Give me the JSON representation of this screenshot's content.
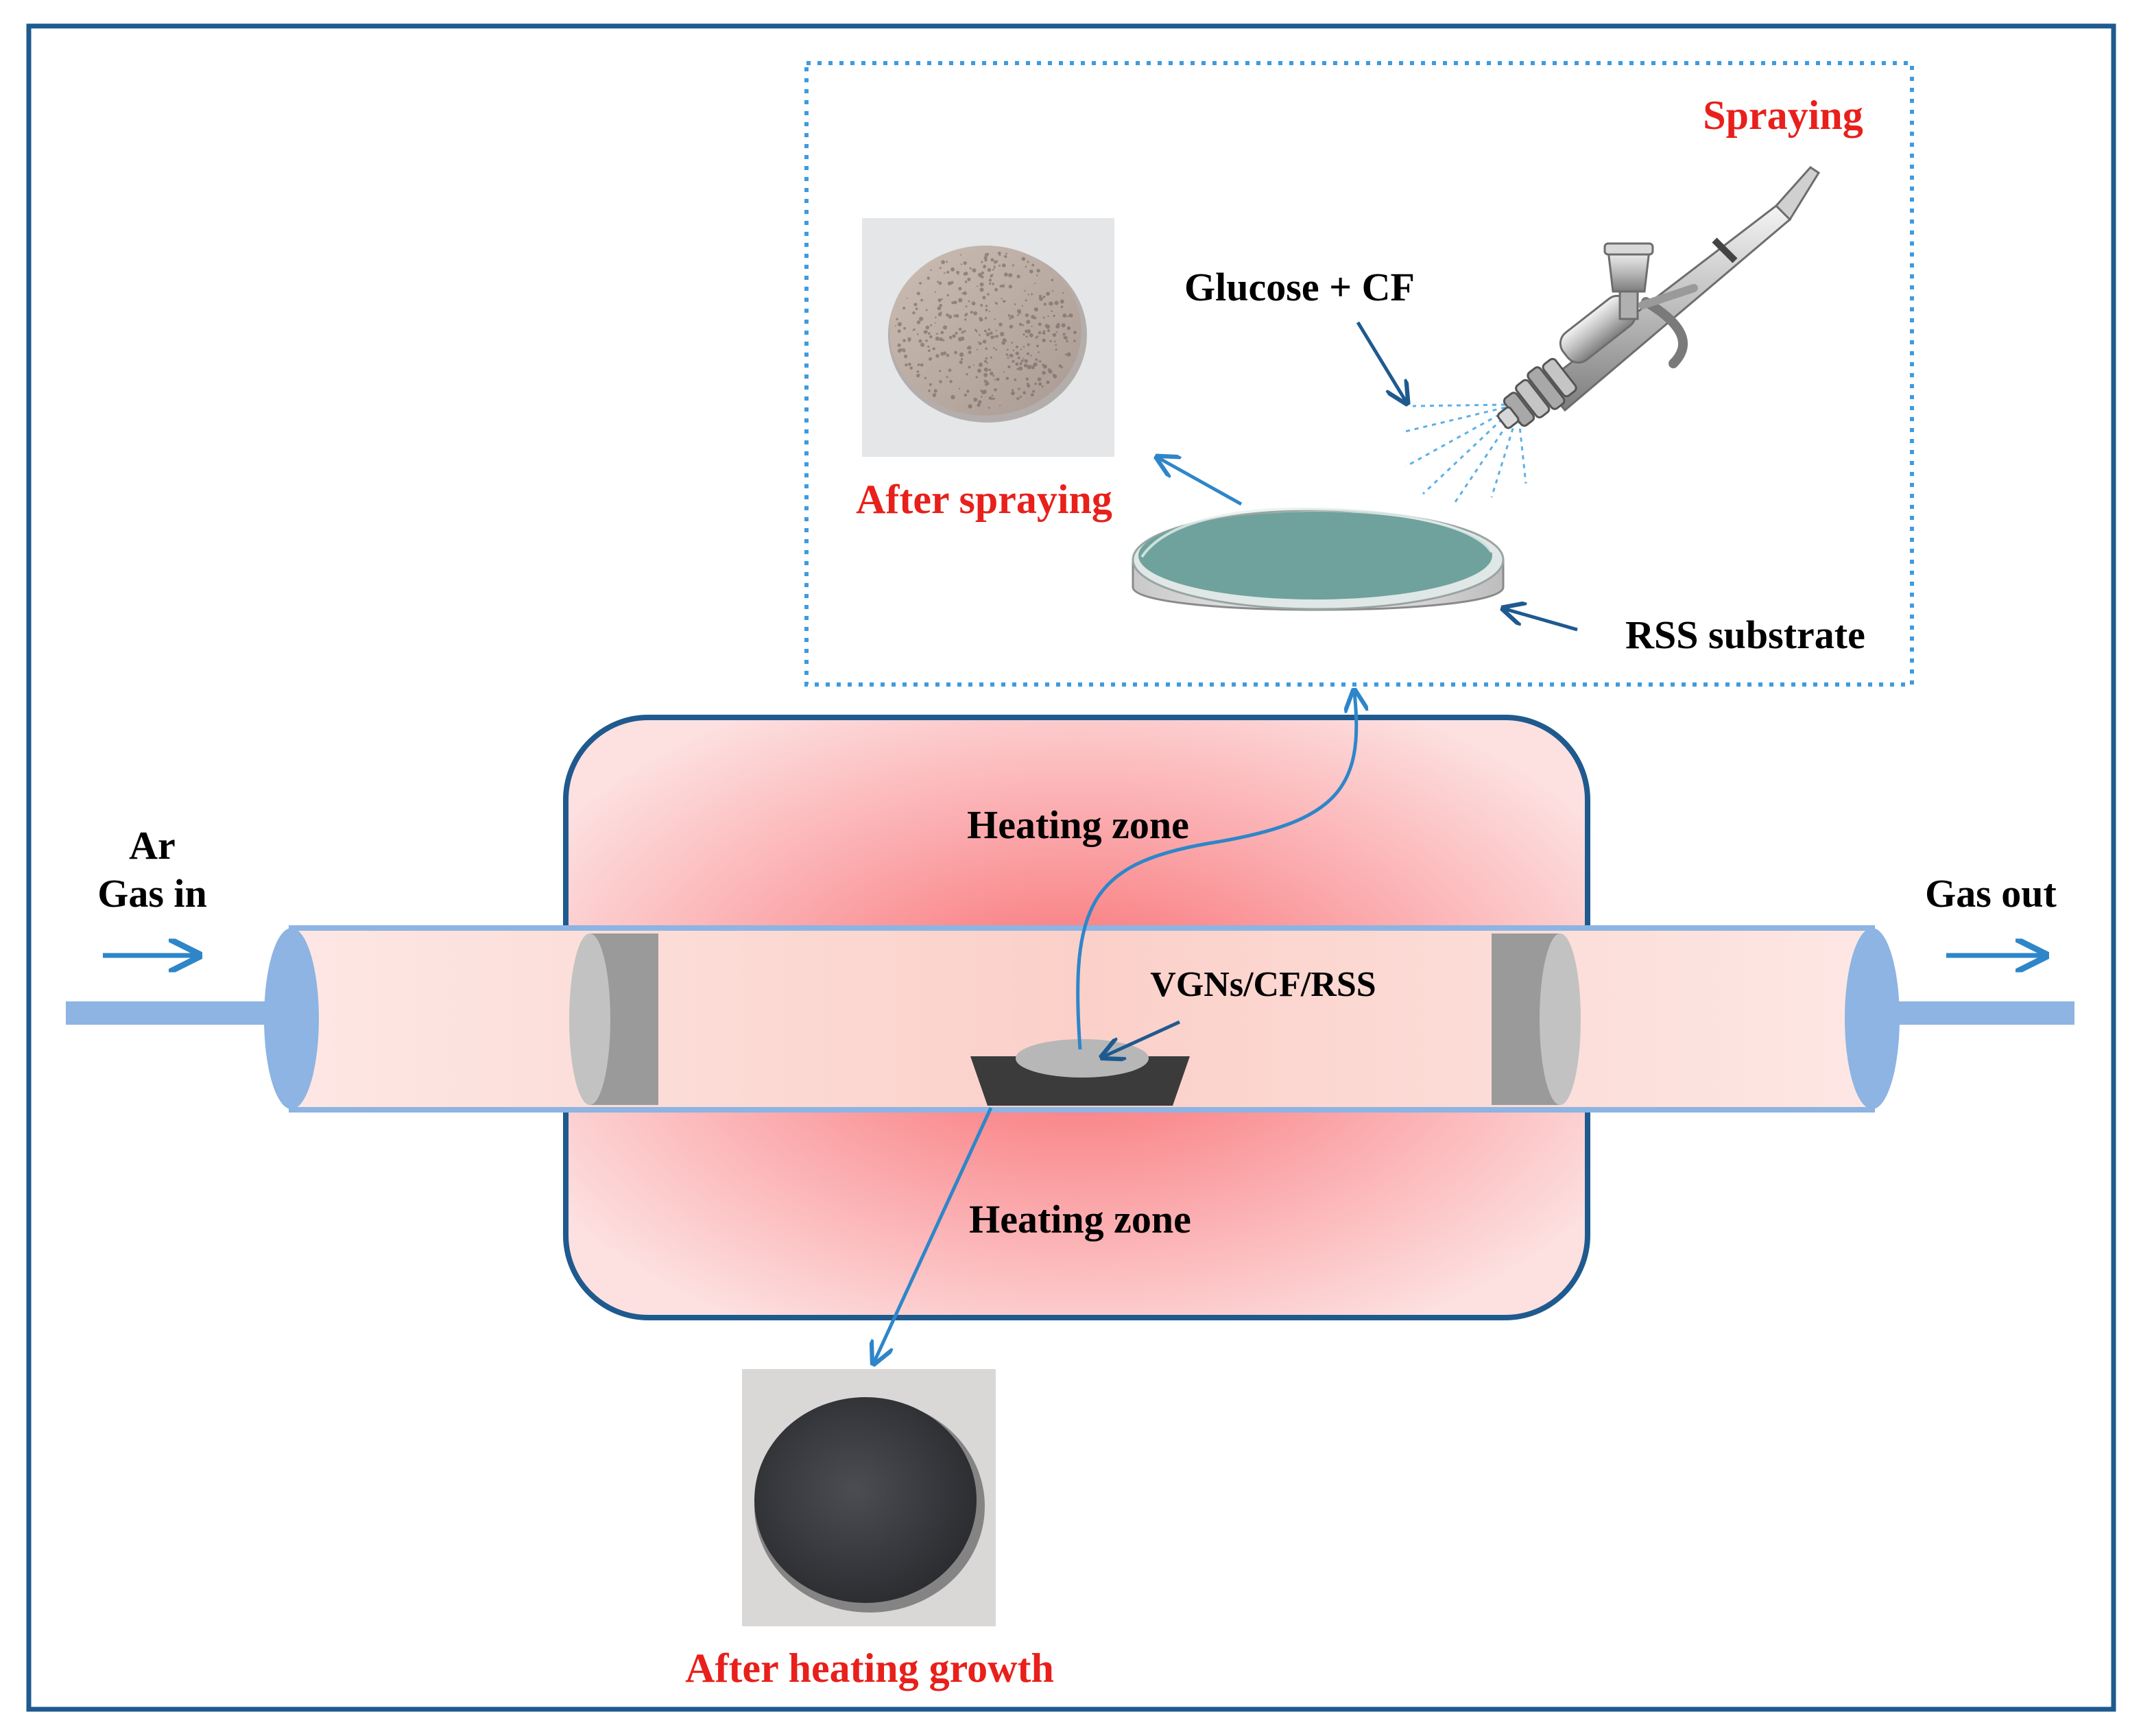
{
  "labels": {
    "spraying": "Spraying",
    "glucose_cf": "Glucose + CF",
    "after_spraying": "After spraying",
    "rss_substrate": "RSS substrate",
    "heating_zone_top": "Heating zone",
    "heating_zone_bottom": "Heating zone",
    "ar": "Ar",
    "gas_in": "Gas in",
    "gas_out": "Gas out",
    "sample": "VGNs/CF/RSS",
    "after_heating": "After heating growth"
  },
  "colors": {
    "frame": "#1f5a8f",
    "dotted_box": "#3d9be0",
    "heating_zone_fill": "#fbb3b5",
    "heating_zone_border": "#1f5a8f",
    "tube": "#8db4e2",
    "tube_fill": "#fde3e0",
    "arrow": "#2e86c9",
    "red_label": "#e8201b",
    "black_label": "#000000"
  },
  "icons": {
    "spray_gun": "airbrush-spray-gun-icon",
    "substrate": "coated-disc-substrate-icon",
    "photo_sprayed": "sprayed-disc-photo",
    "photo_grown": "grown-disc-photo"
  }
}
